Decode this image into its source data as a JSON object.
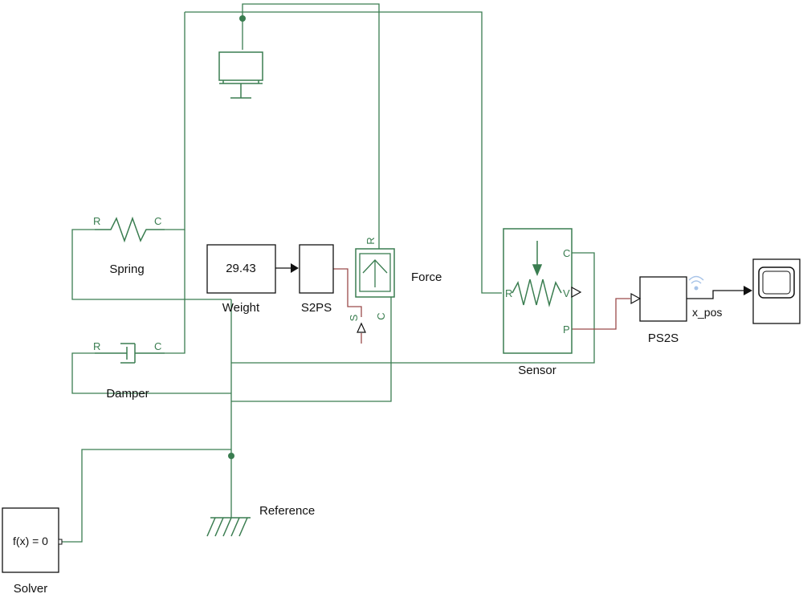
{
  "colors": {
    "physical_line": "#3a7d50",
    "signal_line": "#9b4a4a",
    "black": "#111111",
    "background": "#ffffff"
  },
  "blocks": {
    "spring": {
      "label": "Spring",
      "port_r": "R",
      "port_c": "C"
    },
    "damper": {
      "label": "Damper",
      "port_r": "R",
      "port_c": "C"
    },
    "weight": {
      "label": "Weight",
      "value": "29.43"
    },
    "s2ps": {
      "label": "S2PS"
    },
    "force": {
      "label": "Force",
      "port_r": "R",
      "port_c": "C",
      "port_s": "S"
    },
    "sensor": {
      "label": "Sensor",
      "port_r": "R",
      "port_c": "C",
      "port_v": "V",
      "port_p": "P"
    },
    "ps2s": {
      "label": "PS2S"
    },
    "reference": {
      "label": "Reference"
    },
    "solver": {
      "label": "Solver",
      "value": "f(x) = 0"
    },
    "signal": {
      "label": "x_pos"
    }
  },
  "icons": [
    "mass-icon",
    "spring-icon",
    "damper-icon",
    "force-source-icon",
    "sensor-icon",
    "scope-icon",
    "ground-icon",
    "signal-log-icon"
  ]
}
